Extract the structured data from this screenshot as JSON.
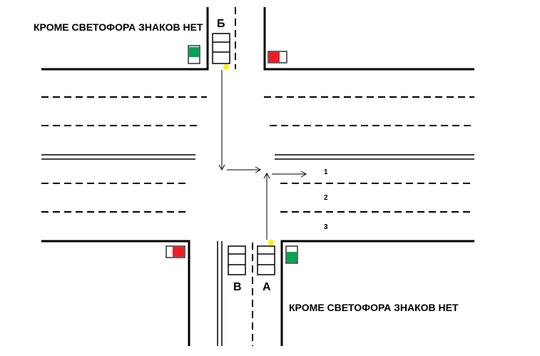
{
  "notes": {
    "top_left": "КРОМЕ СВЕТОФОРА ЗНАКОВ НЕТ",
    "bottom_right": "КРОМЕ СВЕТОФОРА ЗНАКОВ НЕТ"
  },
  "cars": {
    "b": {
      "label": "Б"
    },
    "v": {
      "label": "В"
    },
    "a": {
      "label": "А"
    }
  },
  "lanes": [
    "1",
    "2",
    "3"
  ],
  "traffic_lights": {
    "top_left": "green",
    "top_right": "red",
    "bottom_left": "red",
    "bottom_right": "green"
  },
  "colors": {
    "green": "#00a651",
    "red": "#ee1c25",
    "turn_signal": "#fff200",
    "line": "#000000"
  }
}
